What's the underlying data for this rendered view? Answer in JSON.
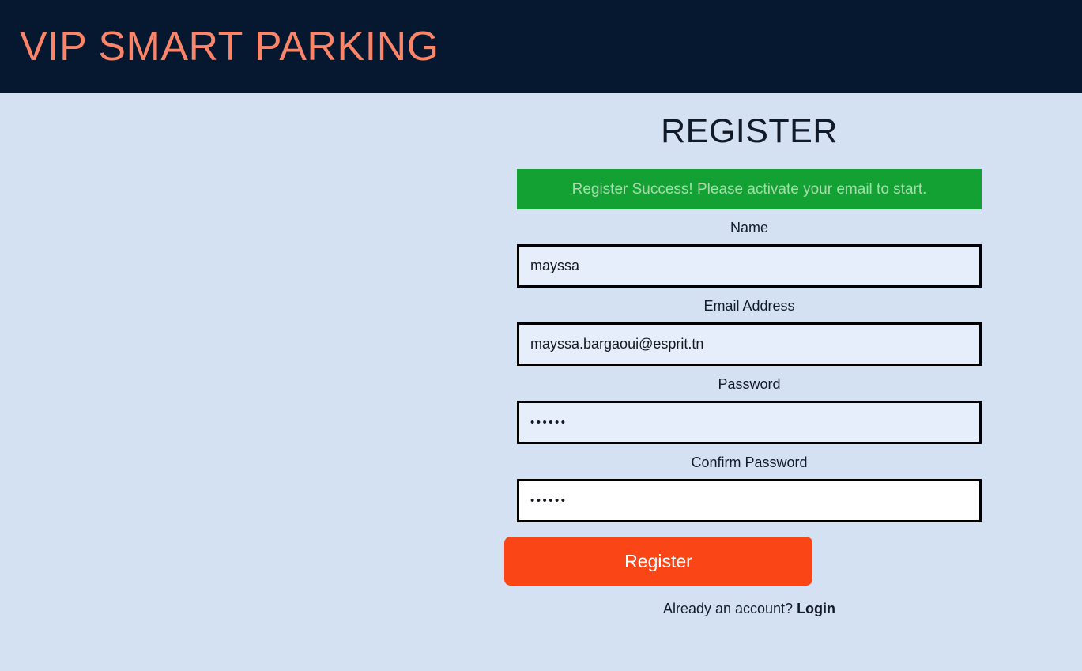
{
  "header": {
    "brand": "VIP SMART PARKING",
    "brand_color": "#fc8468",
    "background_color": "#06182f"
  },
  "page": {
    "background_color": "#d4e1f2",
    "heading": "REGISTER"
  },
  "alert": {
    "message": "Register Success! Please activate your email to start.",
    "type": "success",
    "background_color": "#13a134",
    "text_color": "#a6dcab"
  },
  "form": {
    "fields": [
      {
        "name": "name",
        "label": "Name",
        "value": "mayssa",
        "placeholder": "Name",
        "type": "text",
        "autofilled": true
      },
      {
        "name": "email",
        "label": "Email Address",
        "value": "mayssa.bargaoui@esprit.tn",
        "placeholder": "Email Address",
        "type": "email",
        "autofilled": true
      },
      {
        "name": "password",
        "label": "Password",
        "value": "••••••",
        "placeholder": "Password",
        "type": "password",
        "autofilled": true
      },
      {
        "name": "confirm_password",
        "label": "Confirm Password",
        "value": "••••••",
        "placeholder": "Confirm Password",
        "type": "password",
        "autofilled": false
      }
    ],
    "submit_label": "Register",
    "submit_color": "#fa4616",
    "footer_text": "Already an account?",
    "footer_link_label": "Login"
  }
}
